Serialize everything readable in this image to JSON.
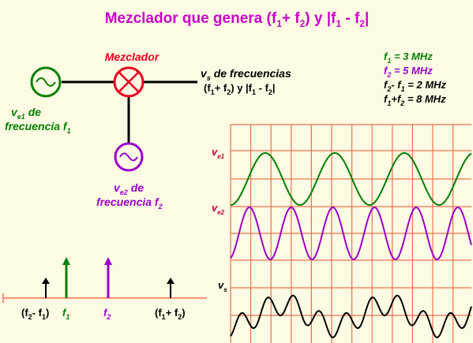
{
  "title": {
    "pre": "Mezclador que genera (f",
    "s1": "1",
    "mid": "+ f",
    "s2": "2",
    "post": ") y |f",
    "s3": "1",
    "dash": " - f",
    "s4": "2",
    "end": "|"
  },
  "mixer": {
    "label": "Mezclador"
  },
  "input1": {
    "v": "v",
    "sub": "e1",
    "de": " de",
    "freq": "frecuencia f",
    "fsub": "1"
  },
  "input2": {
    "v": "v",
    "sub": "e2",
    "de": " de",
    "freq": "frecuencia f",
    "fsub": "2"
  },
  "output": {
    "v": "v",
    "sub": "s",
    "line1": " de frecuencias",
    "l2a": "(f",
    "l2s1": "1",
    "l2b": "+ f",
    "l2s2": "2",
    "l2c": ") y |f",
    "l2s3": "1",
    "l2d": " - f",
    "l2s4": "2",
    "l2e": "|"
  },
  "facts": [
    {
      "f": "f",
      "sub": "1",
      "text": " = 3 MHz",
      "color": "#008000"
    },
    {
      "f": "f",
      "sub": "2",
      "text": " = 5 MHz",
      "color": "#9b00cc"
    },
    {
      "f": "f",
      "sub": "2",
      "mid": "- f",
      "sub2": "1",
      "text": " = 2 MHz",
      "color": "#000000"
    },
    {
      "f": "f",
      "sub": "1",
      "mid": "+f",
      "sub2": "2",
      "text": " = 8 MHz",
      "color": "#000000"
    }
  ],
  "wave_labels": [
    {
      "v": "v",
      "sub": "e1",
      "color": "#cc0044"
    },
    {
      "v": "v",
      "sub": "e2",
      "color": "#cc0044"
    },
    {
      "v": "v",
      "sub": "s",
      "color": "#000000"
    }
  ],
  "spectrum": [
    {
      "a": "(f",
      "s1": "2",
      "b": "- f",
      "s2": "1",
      "c": ")"
    },
    {
      "a": "f",
      "s1": "1"
    },
    {
      "a": "f",
      "s1": "2"
    },
    {
      "a": "(f",
      "s1": "1",
      "b": "+ f",
      "s2": "2",
      "c": ")"
    }
  ],
  "colors": {
    "title": "#cc00cc",
    "red": "#e8001c",
    "green": "#008000",
    "purple": "#9b00cc",
    "grid": "#f07050",
    "bg": "#fdfbe3"
  }
}
